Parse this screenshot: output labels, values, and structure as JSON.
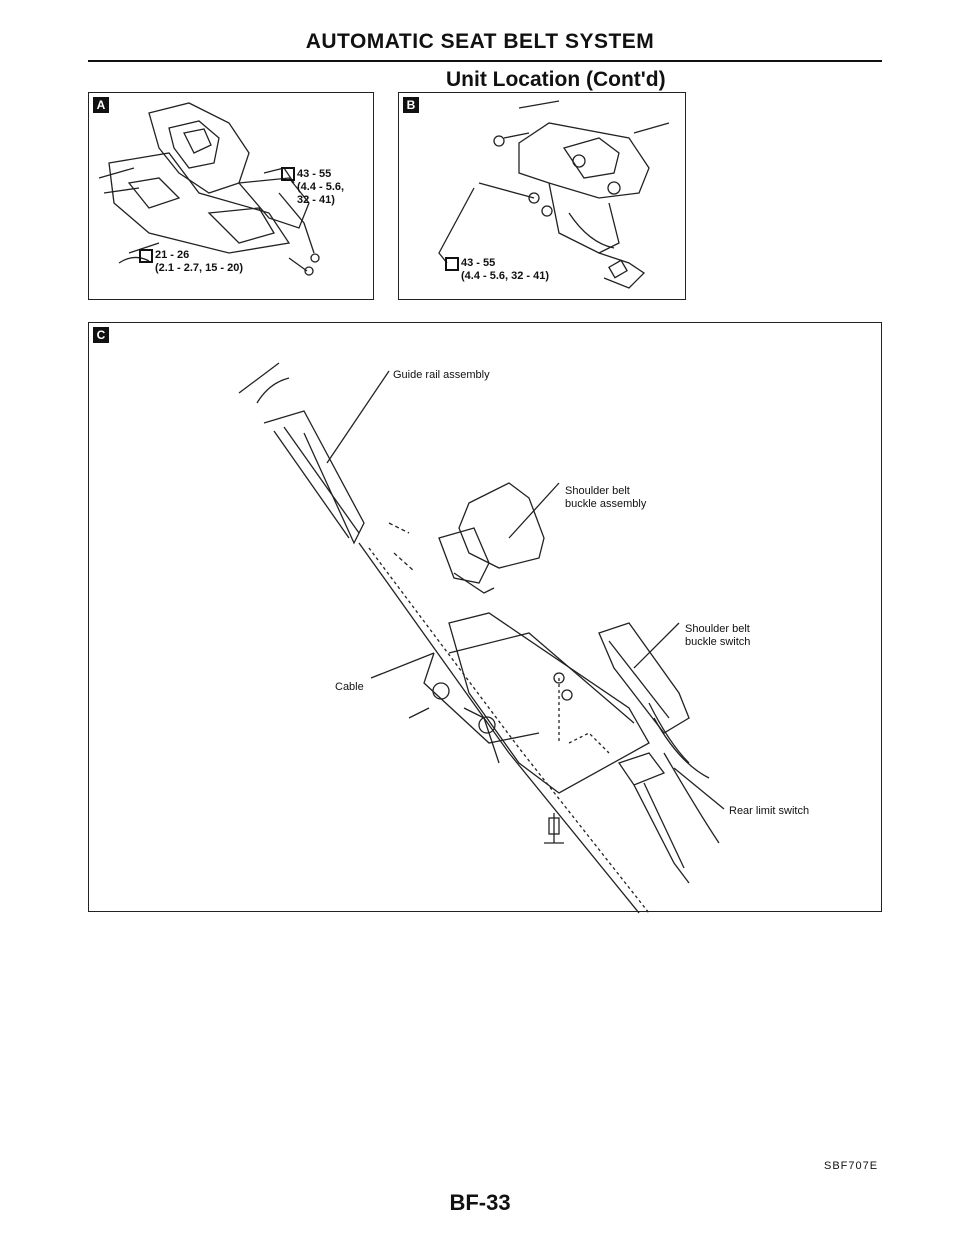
{
  "header": {
    "title": "AUTOMATIC SEAT BELT SYSTEM",
    "subtitle": "Unit Location (Cont'd)"
  },
  "panels": {
    "a": {
      "label": "A",
      "torque_1": {
        "line1": "43 - 55",
        "line2": "(4.4 - 5.6,",
        "line3": "32 - 41)"
      },
      "torque_2": {
        "line1": "21 - 26",
        "line2": "(2.1 - 2.7, 15 - 20)"
      }
    },
    "b": {
      "label": "B",
      "torque": {
        "line1": "43 - 55",
        "line2": "(4.4 - 5.6, 32 - 41)"
      }
    },
    "c": {
      "label": "C",
      "callouts": {
        "guide_rail": "Guide rail assembly",
        "shoulder_buckle_line1": "Shoulder belt",
        "shoulder_buckle_line2": "buckle assembly",
        "shoulder_switch_line1": "Shoulder belt",
        "shoulder_switch_line2": "buckle switch",
        "cable": "Cable",
        "rear_limit": "Rear limit switch"
      }
    }
  },
  "footer": {
    "figure_code": "SBF707E",
    "page_number": "BF-33"
  }
}
